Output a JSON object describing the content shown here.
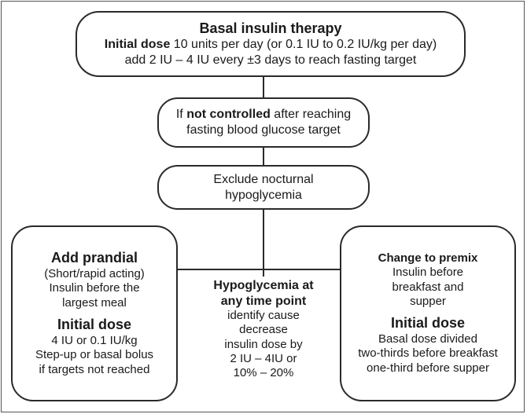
{
  "basal": {
    "title": "Basal insulin therapy",
    "dose_label": "Initial dose",
    "dose_text": " 10 units per day (or 0.1 IU to 0.2 IU/kg per day)",
    "titration": "add 2 IU – 4 IU every ±3 days to reach fasting target"
  },
  "not_controlled": {
    "prefix": "If ",
    "bold": "not controlled",
    "suffix": " after reaching",
    "line2": "fasting blood glucose target"
  },
  "exclude": {
    "line1": "Exclude nocturnal",
    "line2": "hypoglycemia"
  },
  "prandial": {
    "title": "Add prandial",
    "line1": "(Short/rapid acting)",
    "line2": "Insulin before the",
    "line3": "largest meal",
    "dose_title": "Initial dose",
    "dose1": "4 IU or 0.1 IU/kg",
    "dose2": "Step-up or basal bolus",
    "dose3": "if targets not reached"
  },
  "hypo": {
    "title1": "Hypoglycemia at",
    "title2": "any time point",
    "line1": "identify cause",
    "line2": "decrease",
    "line3": "insulin dose by",
    "line4": "2 IU – 4IU or",
    "line5": "10% – 20%"
  },
  "premix": {
    "title": "Change to premix",
    "line1": "Insulin before",
    "line2": "breakfast and",
    "line3": "supper",
    "dose_title": "Initial dose",
    "dose1": "Basal dose divided",
    "dose2": "two-thirds before breakfast",
    "dose3": "one-third before supper"
  }
}
